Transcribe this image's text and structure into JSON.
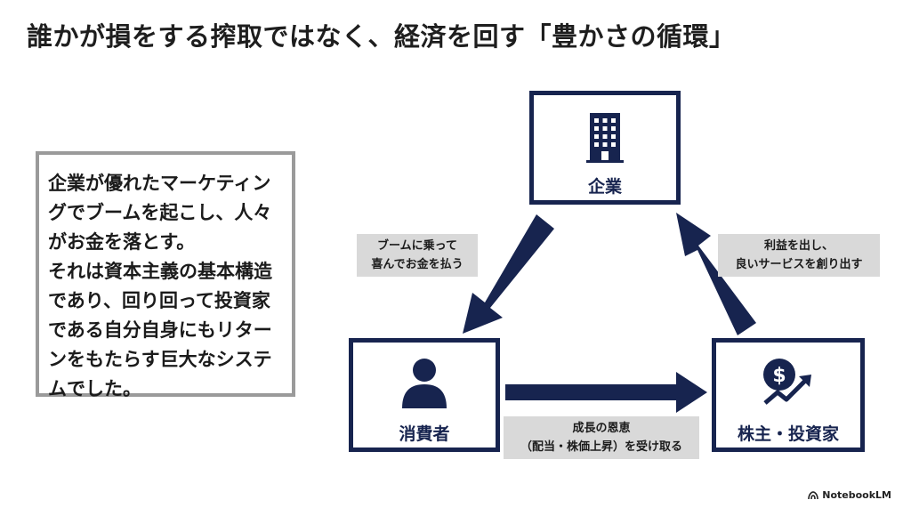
{
  "title": "誰かが損をする搾取ではなく、経済を回す「豊かさの循環」",
  "description_box": {
    "lines": [
      "企業が優れたマーケティングでブームを起こし、人々がお金を落とす。",
      "それは資本主義の基本構造であり、回り回って投資家である自分自身にもリターンをもたらす巨大なシステムでした。"
    ]
  },
  "nodes": {
    "company": {
      "label": "企業",
      "icon": "building-icon"
    },
    "consumer": {
      "label": "消費者",
      "icon": "person-icon"
    },
    "investor": {
      "label": "株主・投資家",
      "icon": "dollar-growth-icon"
    }
  },
  "captions": {
    "left": [
      "ブームに乗って",
      "喜んでお金を払う"
    ],
    "right": [
      "利益を出し、",
      "良いサービスを創り出す"
    ],
    "bottom": [
      "成長の恩恵",
      "（配当・株価上昇）を受け取る"
    ]
  },
  "brand": "NotebookLM",
  "colors": {
    "navy": "#17244f",
    "caption_bg": "#d9d9d9",
    "box_border": "#9a9a9a"
  }
}
